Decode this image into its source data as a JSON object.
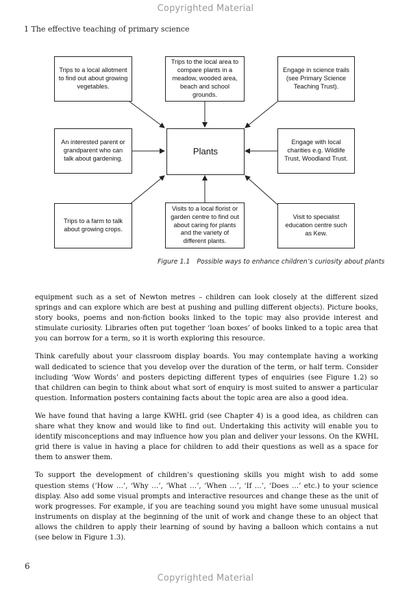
{
  "watermark": "Copyrighted Material",
  "running_header": "1  The effective teaching of primary science",
  "diagram": {
    "center": "Plants",
    "boxes": {
      "top_left": "Trips to a local allotment to find out about growing vegetables.",
      "top_center": "Trips to the local area to compare plants in a meadow, wooded area, beach and school grounds.",
      "top_right": "Engage in science trails (see Primary Science Teaching Trust).",
      "mid_left": "An interested parent or grandparent who can talk about gardening.",
      "mid_right": "Engage with local charities e.g. Wildlife Trust, Woodland Trust.",
      "bottom_left": "Trips to a farm to talk about growing crops.",
      "bottom_center": "Visits to a local florist or garden centre to find out about caring for plants and the variety of different plants.",
      "bottom_right": "Visit to specialist education centre such as Kew."
    }
  },
  "figure_caption": {
    "number": "Figure 1.1",
    "text": "Possible ways to enhance children’s curiosity about plants"
  },
  "paragraphs": [
    "equipment such as a set of Newton metres – children can look closely at the different sized springs and can explore which are best at pushing and pulling different objects). Picture books, story books, poems and non-fiction books linked to the topic may also provide interest and stimulate curiosity. Libraries often put together ‘loan boxes’ of books linked to a topic area that you can borrow for a term, so it is worth exploring this resource.",
    "Think carefully about your classroom display boards. You may contemplate having a working wall dedicated to science that you develop over the duration of the term, or half term. Consider including ‘Wow Words’ and posters depicting different types of enquiries (see Figure 1.2) so that children can begin to think about what sort of enquiry is most suited to answer a particular question. Information posters containing facts about the topic area are also a good idea.",
    "We have found that having a large KWHL grid (see Chapter 4) is a good idea, as children can share what they know and would like to find out. Undertaking this activity will enable you to identify misconceptions and may influence how you plan and deliver your lessons. On the KWHL grid there is value in having a place for children to add their questions as well as a space for them to answer them.",
    "To support the development of children’s questioning skills you might wish to add some question stems (‘How …’, ‘Why …’, ‘What …’, ‘When …’, ‘If …’, ‘Does …’ etc.) to your science display. Also add some visual prompts and interactive resources and change these as the unit of work progresses. For example, if you are teaching sound you might have some unusual musical instruments on display at the beginning of the unit of work and change these to an object that allows the children to apply their learning of sound by having a balloon which contains a nut (see below in Figure 1.3)."
  ],
  "page_number": "6"
}
